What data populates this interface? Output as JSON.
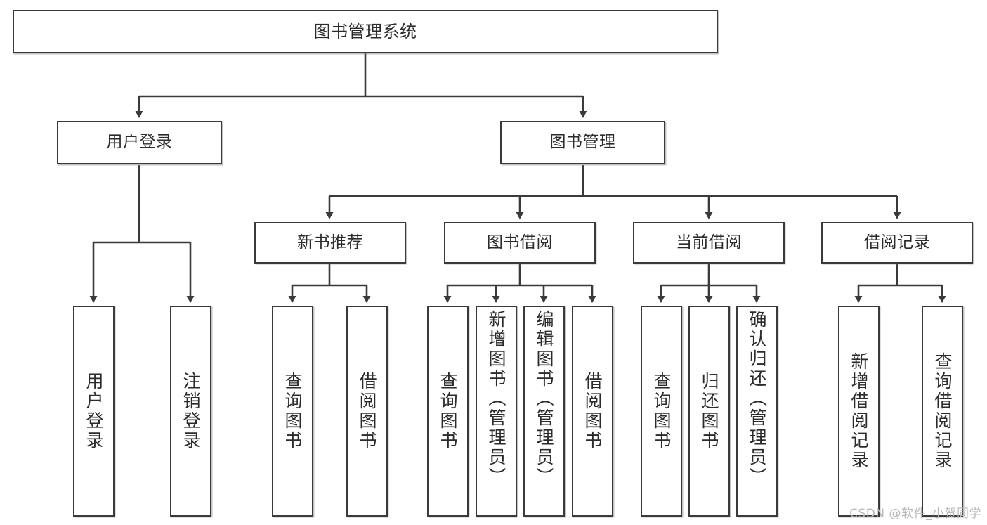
{
  "diagram": {
    "title": "图书管理系统",
    "type": "tree",
    "orientation": "top-down",
    "colors": {
      "node_border": "#3a3a3a",
      "node_fill": "#ffffff",
      "edge": "#3a3a3a",
      "text": "#2b2b2b",
      "background": "#ffffff",
      "watermark": "#b9b9b9"
    },
    "watermark": "CSDN @软件_小贺同学",
    "nodes": {
      "root": {
        "label": "图书管理系统"
      },
      "level2": [
        {
          "label": "用户登录"
        },
        {
          "label": "图书管理"
        }
      ],
      "level3": [
        {
          "label": "新书推荐"
        },
        {
          "label": "图书借阅"
        },
        {
          "label": "当前借阅"
        },
        {
          "label": "借阅记录"
        }
      ],
      "leaves_user_login": [
        {
          "label": "用户登录"
        },
        {
          "label": "注销登录"
        }
      ],
      "leaves_new_books": [
        {
          "label": "查询图书"
        },
        {
          "label": "借阅图书"
        }
      ],
      "leaves_borrow": [
        {
          "label": "查询图书"
        },
        {
          "label": "新增图书（管理员）"
        },
        {
          "label": "编辑图书（管理员）"
        },
        {
          "label": "借阅图书"
        }
      ],
      "leaves_current": [
        {
          "label": "查询图书"
        },
        {
          "label": "归还图书"
        },
        {
          "label": "确认归还（管理员）"
        }
      ],
      "leaves_records": [
        {
          "label": "新增借阅记录"
        },
        {
          "label": "查询借阅记录"
        }
      ]
    }
  }
}
